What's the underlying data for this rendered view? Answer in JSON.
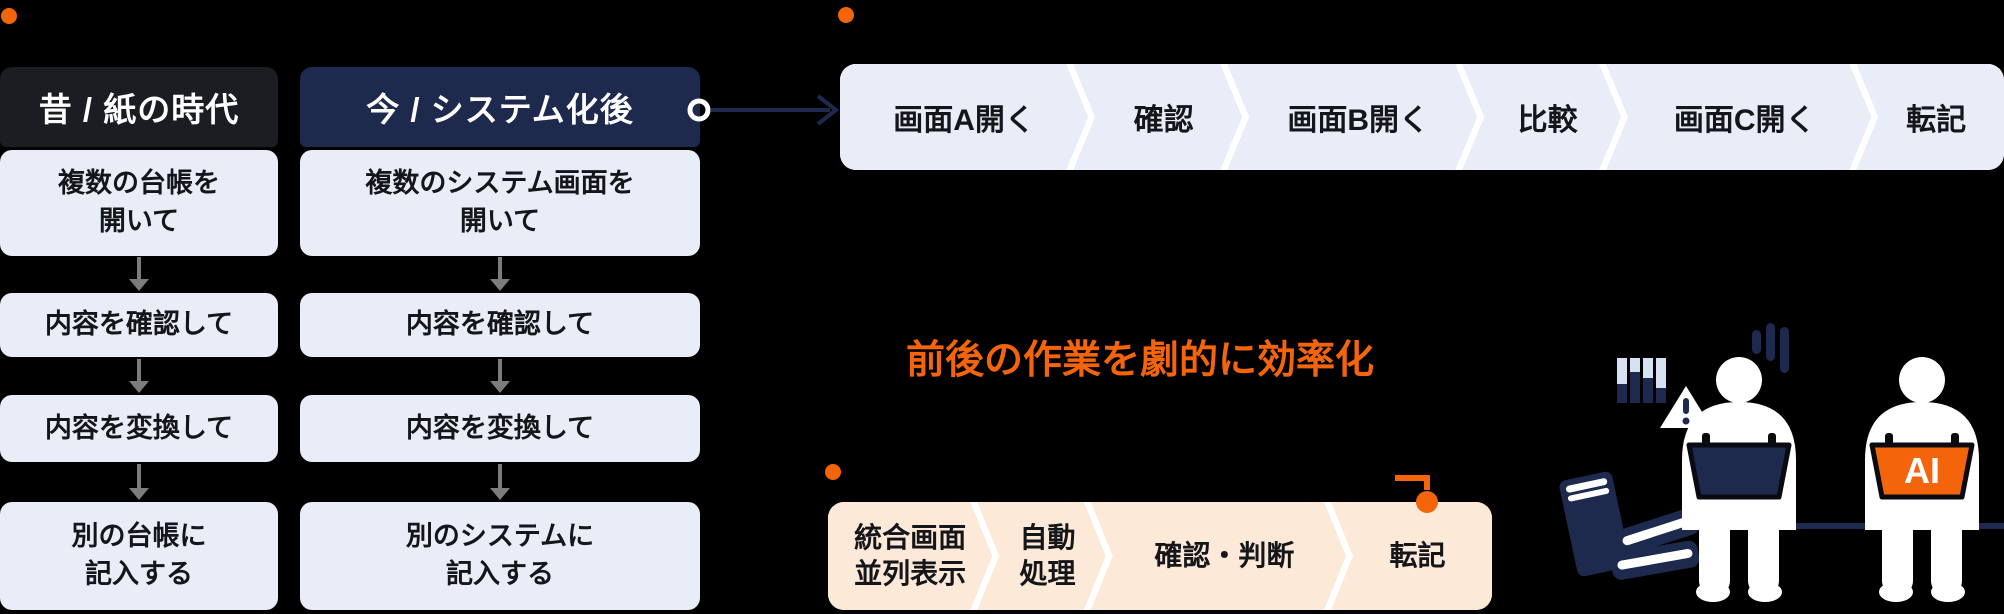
{
  "page": {
    "background": "#000000"
  },
  "colors": {
    "accent_orange": "#F4650B",
    "navy": "#1d2a4d",
    "dark_header": "#1b1d22",
    "light_box": "#e9edf8",
    "peach_box": "#fce9d8",
    "arrow_gray": "#7c7c7c",
    "text_dark": "#15161a"
  },
  "left_panel": {
    "columns": [
      {
        "header": "昔 / 紙の時代",
        "header_color": "#1b1d22",
        "steps": [
          "複数の台帳を\n開いて",
          "内容を確認して",
          "内容を変換して",
          "別の台帳に\n記入する"
        ]
      },
      {
        "header": "今 / システム化後",
        "header_color": "#1d2a4d",
        "steps": [
          "複数のシステム画面を\n開いて",
          "内容を確認して",
          "内容を変換して",
          "別のシステムに\n記入する"
        ]
      }
    ]
  },
  "top_flow": {
    "segments": [
      "画面A開く",
      "確認",
      "画面B開く",
      "比較",
      "画面C開く",
      "転記"
    ]
  },
  "headline": "前後の作業を劇的に効率化",
  "bottom_flow": {
    "segments": [
      "統合画面\n並列表示",
      "自動\n処理",
      "確認・判断",
      "転記"
    ],
    "callout_target": "転記"
  },
  "illustration": {
    "ai_label": "AI",
    "icons": [
      "signal-bars-icon",
      "bar-chart-icon",
      "warning-icon",
      "books-icon",
      "person-with-laptop-icon",
      "person-with-ai-laptop-icon"
    ]
  }
}
